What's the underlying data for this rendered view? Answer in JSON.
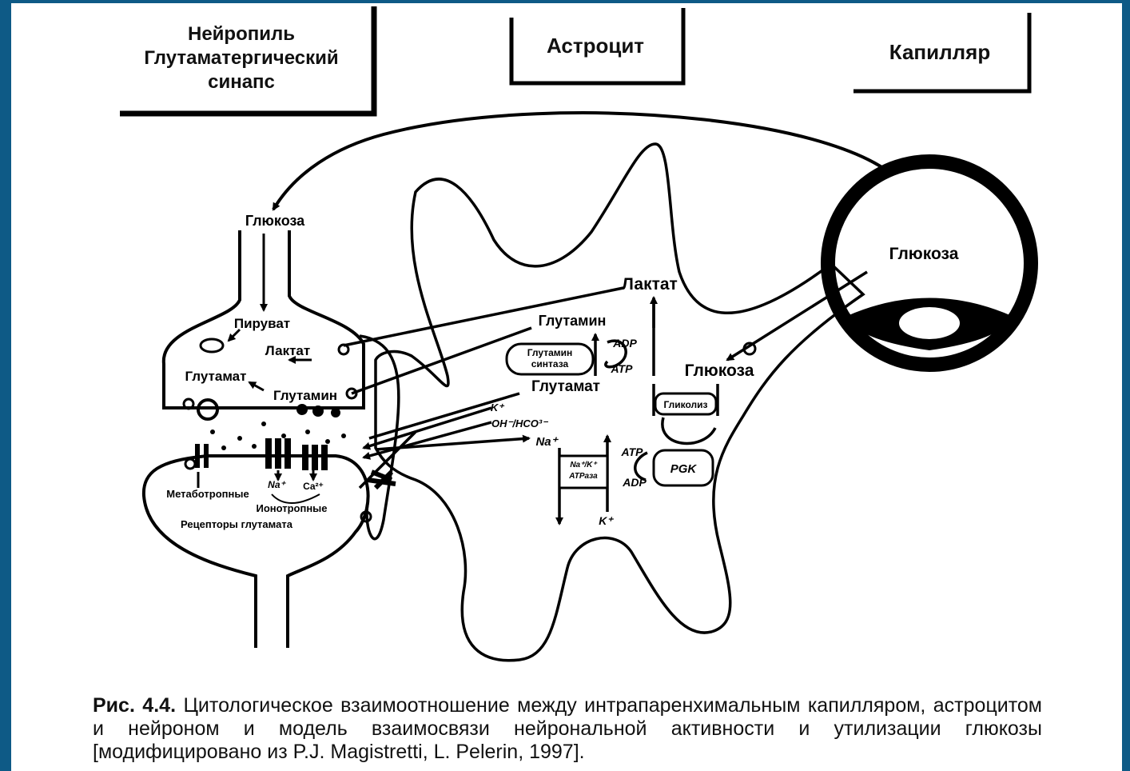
{
  "headers": {
    "neuropil_title": "Нейропиль",
    "neuropil_line2": "Глутаматергический",
    "neuropil_line3": "синапс",
    "astrocyte": "Астроцит",
    "capillary": "Капилляр"
  },
  "neuron_labels": {
    "glucose": "Глюкоза",
    "pyruvate": "Пируват",
    "lactate": "Лактат",
    "glutamate": "Глутамат",
    "glutamine": "Глутамин",
    "metabotropic": "Метаботропные",
    "ionotropic": "Ионотропные",
    "receptors": "Рецепторы глутамата",
    "na_ion": "Na⁺",
    "ca_ion": "Ca²⁺"
  },
  "astrocyte_labels": {
    "lactate": "Лактат",
    "glutamine": "Глутамин",
    "glutamate": "Глутамат",
    "glucose": "Глюкоза",
    "glutamine_synthase_1": "Глутамин",
    "glutamine_synthase_2": "синтаза",
    "adp": "ADP",
    "atp": "ATP",
    "glycolysis": "Гликолиз",
    "pgk": "PGK",
    "atp2": "ATP",
    "adp2": "ADP",
    "nak_1": "Na⁺/K⁺",
    "nak_2": "ATPаза",
    "k_plus": "K⁺",
    "oh_hco": "OH⁻/HCO³⁻",
    "na_plus": "Na⁺",
    "k_bottom": "K⁺"
  },
  "capillary_labels": {
    "glucose": "Глюкоза"
  },
  "caption": {
    "figure_label": "Рис. 4.4.",
    "text": "Цитологическое взаимоотношение между интрапаренхимальным капилляром, астроцитом и нейроном и модель взаимосвязи нейрональной активности и утилизации глюкозы [модифицировано из P.J. Magistretti, L. Pelerin, 1997]."
  }
}
